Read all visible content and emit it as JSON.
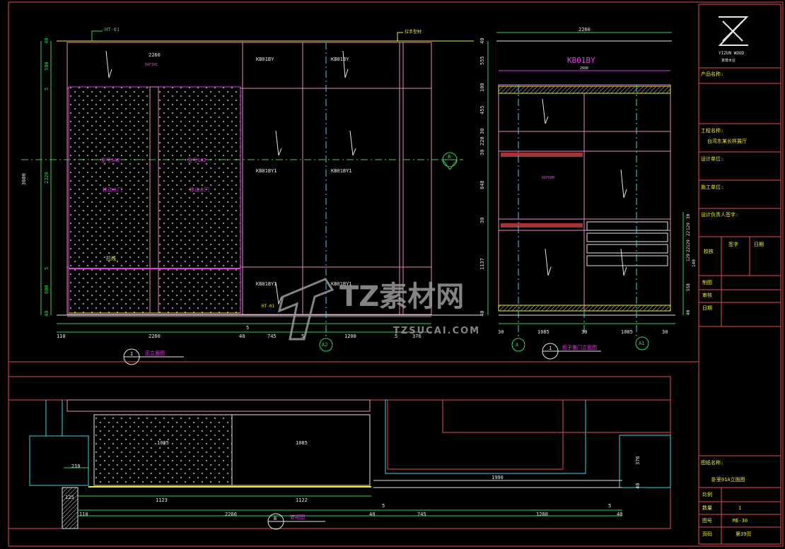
{
  "colors": {
    "frame": "#e84a4a",
    "cyan": "#3ad4e0",
    "green": "#2fd65a",
    "yellow": "#ecec2c",
    "magenta": "#e040e0",
    "white": "#e6e6e6",
    "pink": "#e88ac0",
    "grey": "#9a9a9a",
    "bg": "#000000"
  },
  "front_view": {
    "leader_top": "HT-01",
    "leader_top_right": "拉手型材",
    "dim_top_width": "2260",
    "door_label_top": "RAFIN1",
    "panel_label": "KB01BY",
    "panel_label_b": "KB01BY",
    "panel_mid_1": "KB01BY1",
    "panel_mid_2": "KB01BY1",
    "panel_bot_1": "KB01BY1",
    "panel_bot_2": "KB01BY1",
    "door_left_code": "型号SA2",
    "door_right_code": "型号SA2",
    "door_left_name": "移动木门",
    "door_right_name": "移动木门",
    "tag_handle": "拉线",
    "tag_bottom": "HT-01",
    "left_dims": [
      "40",
      "590",
      "5",
      "2320",
      "5",
      "600",
      "40"
    ],
    "left_total": "3600",
    "bottom_dims": [
      "110",
      "2260",
      "40",
      "745",
      "5",
      "1200",
      "5",
      "376"
    ],
    "bottom_dim_5": "5",
    "section_marker": "B",
    "view_number": "1",
    "view_title": "正立面图"
  },
  "side_view": {
    "top_width": "2260",
    "title": "KB01BY",
    "sub_title": "2600",
    "center_mark": "RAFRAM",
    "left_dims": [
      "40",
      "555",
      "100",
      "455",
      "30",
      "220",
      "30",
      "848",
      "30",
      "1137",
      "40"
    ],
    "right_dims": [
      "30",
      "129",
      "22",
      "129",
      "22",
      "129",
      "140",
      "558",
      "40"
    ],
    "bottom_dims": [
      "30",
      "1085",
      "30",
      "1085",
      "30"
    ],
    "marker_a2": "A2",
    "marker_a": "A",
    "marker_a1": "A1",
    "view_number": "1",
    "view_title": "柜子推门立面图"
  },
  "plan_view": {
    "dim_1085_left": "1085",
    "dim_1085_right": "1085",
    "dim_210": "210",
    "dim_125": "125",
    "dim_1123": "1123",
    "dim_1122": "1122",
    "dim_1990": "1990",
    "dim_376": "376",
    "dim_40": "40",
    "bottom_dims": [
      "110",
      "2260",
      "40",
      "5",
      "745",
      "1200",
      "5",
      "40"
    ],
    "view_number": "B",
    "view_title": "俯视图"
  },
  "watermark": {
    "brand": "TZ素材网",
    "url": "TZSUCAI.COM"
  },
  "title_block": {
    "logo_text": "YIZUN WOOD",
    "logo_sub": "意尊木业",
    "product_name_label": "产品名称:",
    "project_name_label": "工程名称:",
    "project_name_value": "台湾东某长样展厅",
    "design_unit_label": "设计单位:",
    "construction_label": "施工单位:",
    "design_person_label": "设计负责人签字:",
    "approve_label": "签字",
    "date_label": "日期",
    "reviewer_label": "校核",
    "check_label": "制图",
    "audit_label": "审核",
    "date2_label": "日期",
    "drawing_name_label": "图纸名称:",
    "drawing_name_value": "卧室01A立面图",
    "ratio_label": "比例",
    "qty_label": "数量",
    "qty_value": "1",
    "drawing_no_label": "图号",
    "drawing_no_value": "ME-30",
    "page_label": "页码",
    "page_value": "第39页"
  }
}
